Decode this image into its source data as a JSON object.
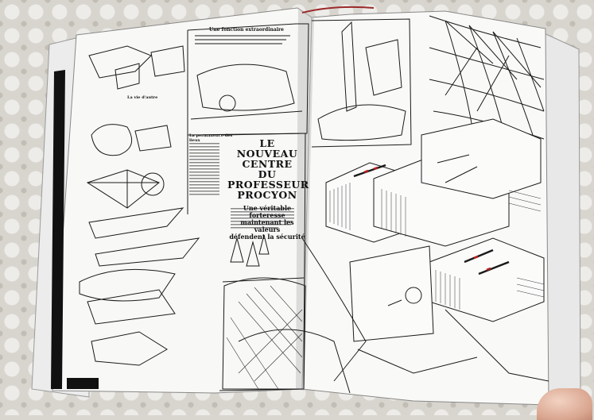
{
  "left_page": {
    "header_title": "Une fonction extraordinaire",
    "caption_1": "La vie d'autre",
    "caption_2": "La permanence des lieux",
    "feature_title_line1": "LE NOUVEAU CENTRE",
    "feature_title_line2": "DU PROFESSEUR",
    "feature_title_line3": "PROCYON",
    "feature_subtitle_line1": "Une véritable forteresse",
    "feature_subtitle_line2": "maintenant les valeurs",
    "feature_subtitle_line3": "défendent la sécurité"
  },
  "colors": {
    "page": "#f7f7f5",
    "ink": "#1a1a1a",
    "cloth": "#d8d5ce"
  }
}
